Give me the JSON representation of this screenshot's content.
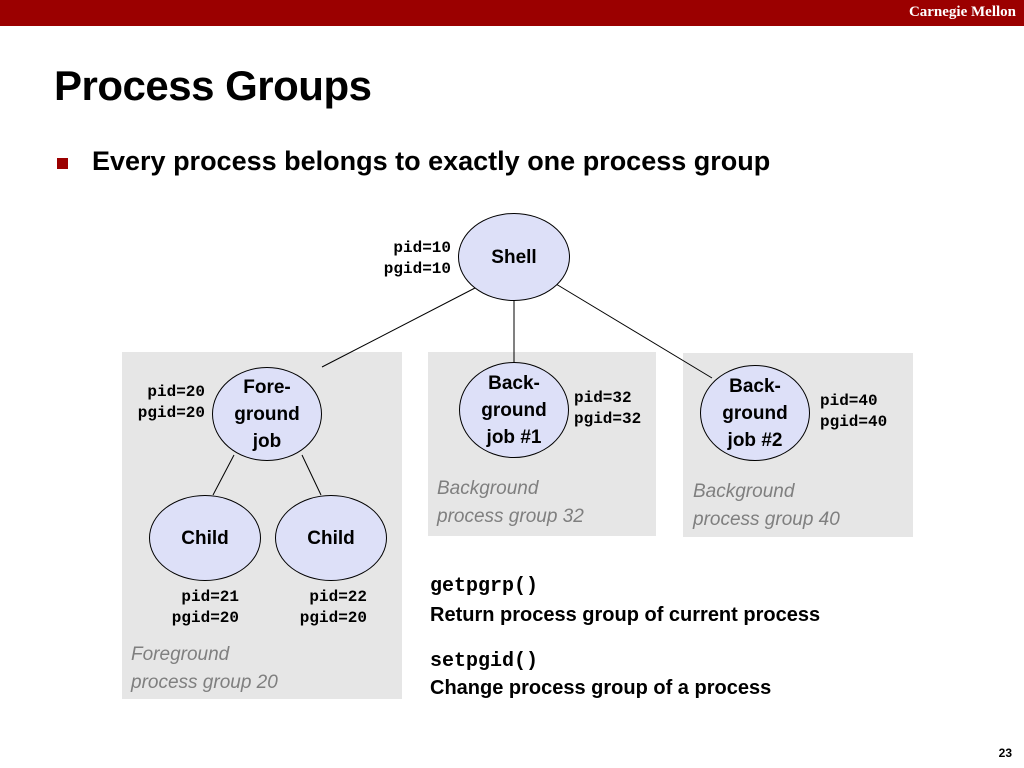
{
  "header": {
    "brand": "Carnegie Mellon"
  },
  "slide": {
    "title": "Process Groups",
    "bullet": "Every process belongs to exactly one process group",
    "page_number": "23"
  },
  "nodes": {
    "shell": {
      "label": "Shell",
      "pid": "pid=10",
      "pgid": "pgid=10"
    },
    "fg_job": {
      "lines": [
        "Fore-",
        "ground",
        "job"
      ],
      "pid": "pid=20",
      "pgid": "pgid=20"
    },
    "bg_job1": {
      "lines": [
        "Back-",
        "ground",
        "job #1"
      ],
      "pid": "pid=32",
      "pgid": "pgid=32"
    },
    "bg_job2": {
      "lines": [
        "Back-",
        "ground",
        "job #2"
      ],
      "pid": "pid=40",
      "pgid": "pgid=40"
    },
    "child1": {
      "label": "Child",
      "pid": "pid=21",
      "pgid": "pgid=20"
    },
    "child2": {
      "label": "Child",
      "pid": "pid=22",
      "pgid": "pgid=20"
    }
  },
  "groups": {
    "fg": {
      "line1": "Foreground",
      "line2": "process group 20"
    },
    "bg32": {
      "line1": "Background",
      "line2": "process group 32"
    },
    "bg40": {
      "line1": "Background",
      "line2": "process group 40"
    }
  },
  "functions": {
    "getpgrp": {
      "name": "getpgrp()",
      "desc": "Return process group of current process"
    },
    "setpgid": {
      "name": "setpgid()",
      "desc": "Change process group of a process"
    }
  },
  "colors": {
    "accent": "#9b0000",
    "node_fill": "#dde0f8",
    "group_box": "#e6e6e6",
    "group_label": "#7f7f7f"
  }
}
